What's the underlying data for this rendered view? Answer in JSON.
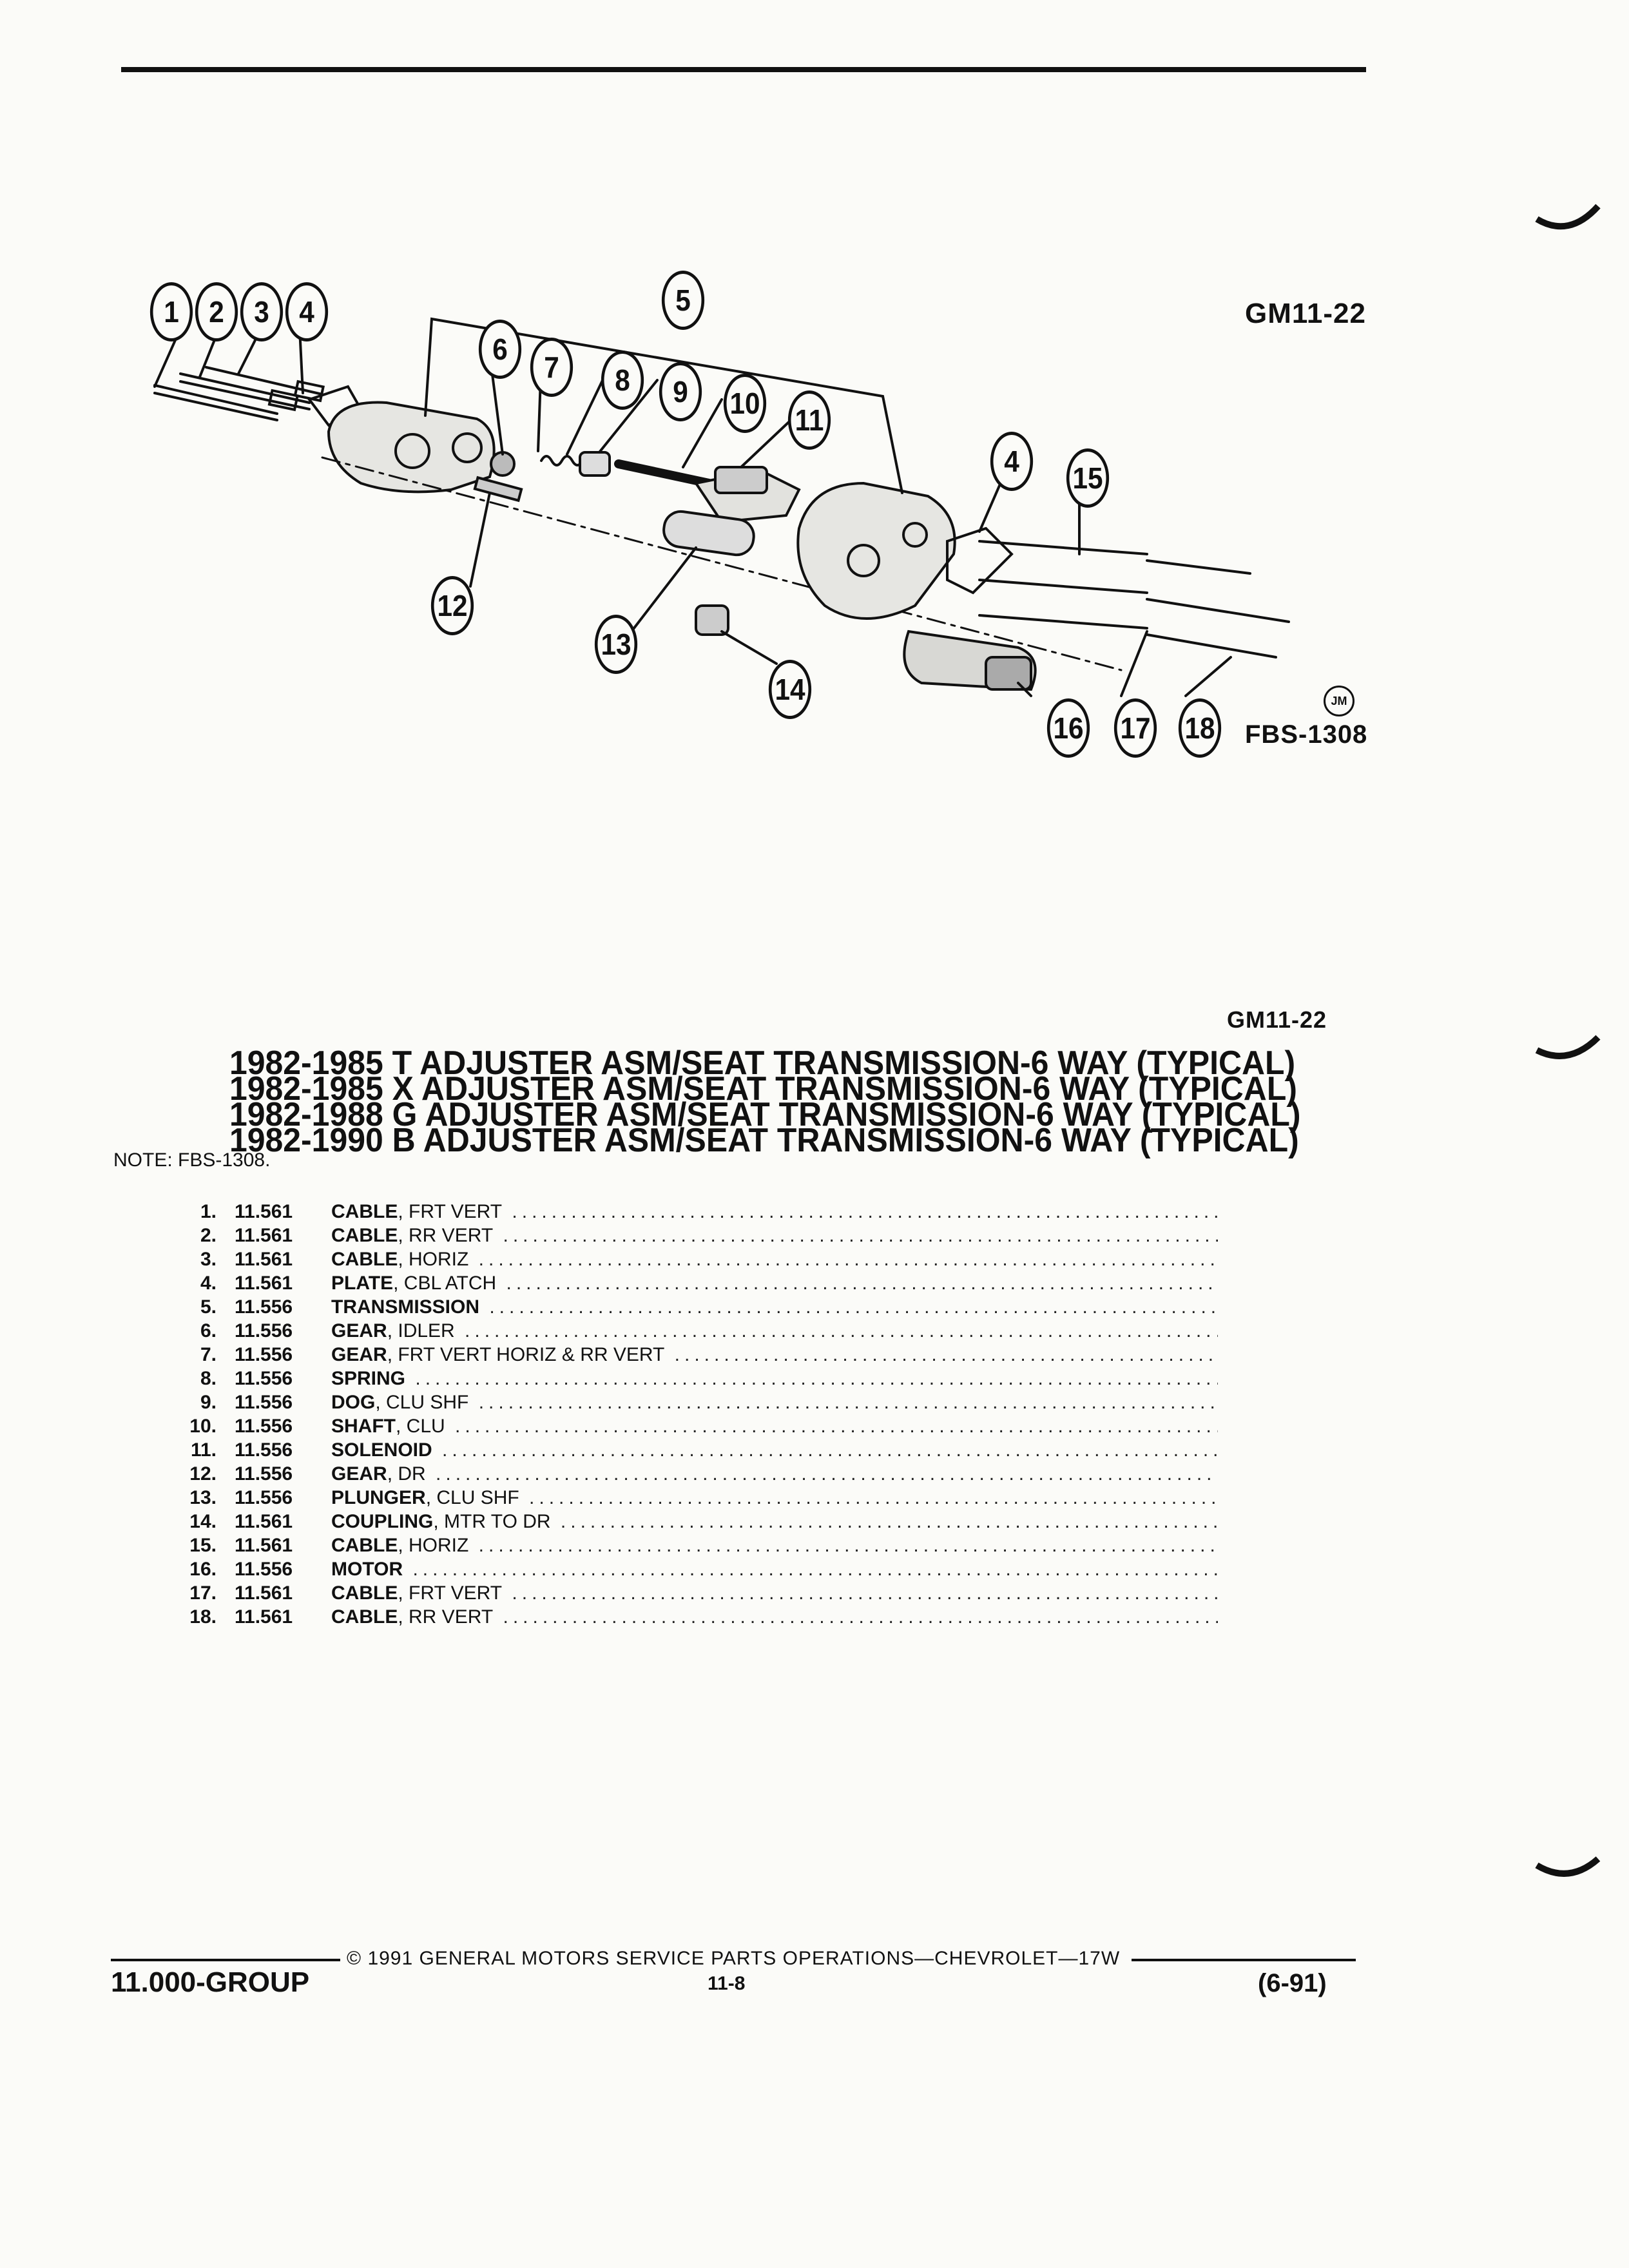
{
  "figure": {
    "code_top": "GM11-22",
    "figure_ref": "FBS-1308",
    "jm_mark": "JM",
    "callouts": [
      "1",
      "2",
      "3",
      "4",
      "5",
      "6",
      "7",
      "8",
      "9",
      "10",
      "11",
      "4",
      "15",
      "12",
      "13",
      "14",
      "16",
      "17",
      "18"
    ]
  },
  "listing": {
    "code": "GM11-22",
    "titles": [
      "1982-1985 T ADJUSTER ASM/SEAT TRANSMISSION-6 WAY (TYPICAL)",
      "1982-1985 X ADJUSTER ASM/SEAT TRANSMISSION-6 WAY (TYPICAL)",
      "1982-1988 G ADJUSTER ASM/SEAT TRANSMISSION-6 WAY (TYPICAL)",
      "1982-1990 B ADJUSTER ASM/SEAT TRANSMISSION-6 WAY (TYPICAL)"
    ],
    "note": "NOTE: FBS-1308.",
    "parts": [
      {
        "num": "1.",
        "group": "11.561",
        "name": "CABLE",
        "desc": ", FRT VERT"
      },
      {
        "num": "2.",
        "group": "11.561",
        "name": "CABLE",
        "desc": ", RR VERT"
      },
      {
        "num": "3.",
        "group": "11.561",
        "name": "CABLE",
        "desc": ", HORIZ"
      },
      {
        "num": "4.",
        "group": "11.561",
        "name": "PLATE",
        "desc": ", CBL ATCH"
      },
      {
        "num": "5.",
        "group": "11.556",
        "name": "TRANSMISSION",
        "desc": ""
      },
      {
        "num": "6.",
        "group": "11.556",
        "name": "GEAR",
        "desc": ", IDLER"
      },
      {
        "num": "7.",
        "group": "11.556",
        "name": "GEAR",
        "desc": ", FRT VERT HORIZ & RR VERT"
      },
      {
        "num": "8.",
        "group": "11.556",
        "name": "SPRING",
        "desc": ""
      },
      {
        "num": "9.",
        "group": "11.556",
        "name": "DOG",
        "desc": ", CLU SHF"
      },
      {
        "num": "10.",
        "group": "11.556",
        "name": "SHAFT",
        "desc": ", CLU"
      },
      {
        "num": "11.",
        "group": "11.556",
        "name": "SOLENOID",
        "desc": ""
      },
      {
        "num": "12.",
        "group": "11.556",
        "name": "GEAR",
        "desc": ", DR"
      },
      {
        "num": "13.",
        "group": "11.556",
        "name": "PLUNGER",
        "desc": ", CLU SHF"
      },
      {
        "num": "14.",
        "group": "11.561",
        "name": "COUPLING",
        "desc": ", MTR TO DR"
      },
      {
        "num": "15.",
        "group": "11.561",
        "name": "CABLE",
        "desc": ", HORIZ"
      },
      {
        "num": "16.",
        "group": "11.556",
        "name": "MOTOR",
        "desc": ""
      },
      {
        "num": "17.",
        "group": "11.561",
        "name": "CABLE",
        "desc": ", FRT VERT"
      },
      {
        "num": "18.",
        "group": "11.561",
        "name": "CABLE",
        "desc": ", RR VERT"
      }
    ]
  },
  "footer": {
    "copyright": "© 1991 GENERAL MOTORS SERVICE PARTS OPERATIONS—CHEVROLET—17W",
    "group": "11.000-GROUP",
    "page": "11-8",
    "date": "(6-91)"
  },
  "colors": {
    "ink": "#111111",
    "paper": "#fbfbf8"
  }
}
